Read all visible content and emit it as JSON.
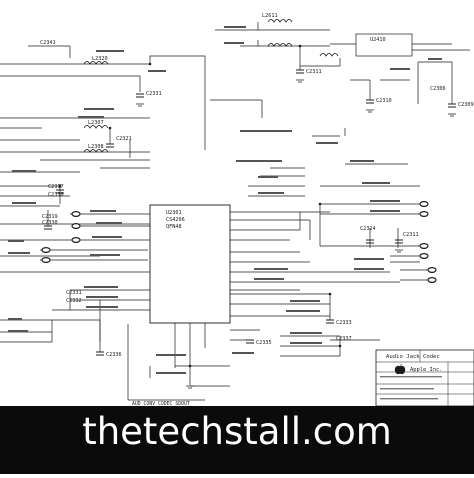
{
  "colors": {
    "wire": "#1c1c1c",
    "bg": "#ffffff",
    "watermark_bg": "#0b0b0b",
    "watermark_text": "#ffffff"
  },
  "schematic": {
    "refs": {
      "l_top1": "L2611",
      "c_top_left": "C2341",
      "l_mid": "L2320",
      "c_mid1": "C2331",
      "c_mid2": "C2321",
      "reg_title": "U2410",
      "c_right1": "C2311",
      "c_right2": "C2310",
      "c_right3": "C2306",
      "c_rr": "C2309",
      "l_left_a": "L2307",
      "l_left_b": "L2308",
      "cap_a": "C2317",
      "cap_b": "C2318",
      "cap_c": "C2319",
      "cap_d": "C2330",
      "cap_e": "C2331",
      "cap_f": "C2332",
      "cap_g": "C2333",
      "cap_h": "C2335",
      "c_low1": "C2337",
      "c_low2": "C2336",
      "c_dr1": "C2324",
      "c_dr2": "C2311"
    },
    "chip": {
      "ref": "U2301",
      "part": "CS4206",
      "pkg": "QFN48"
    },
    "bottom_net": "AUD_CONV_CODEC_SDOUT",
    "title_block": {
      "title": "Audio Jack Codec",
      "company": "Apple Inc."
    }
  },
  "watermark": {
    "text": "thetechstall.com"
  }
}
